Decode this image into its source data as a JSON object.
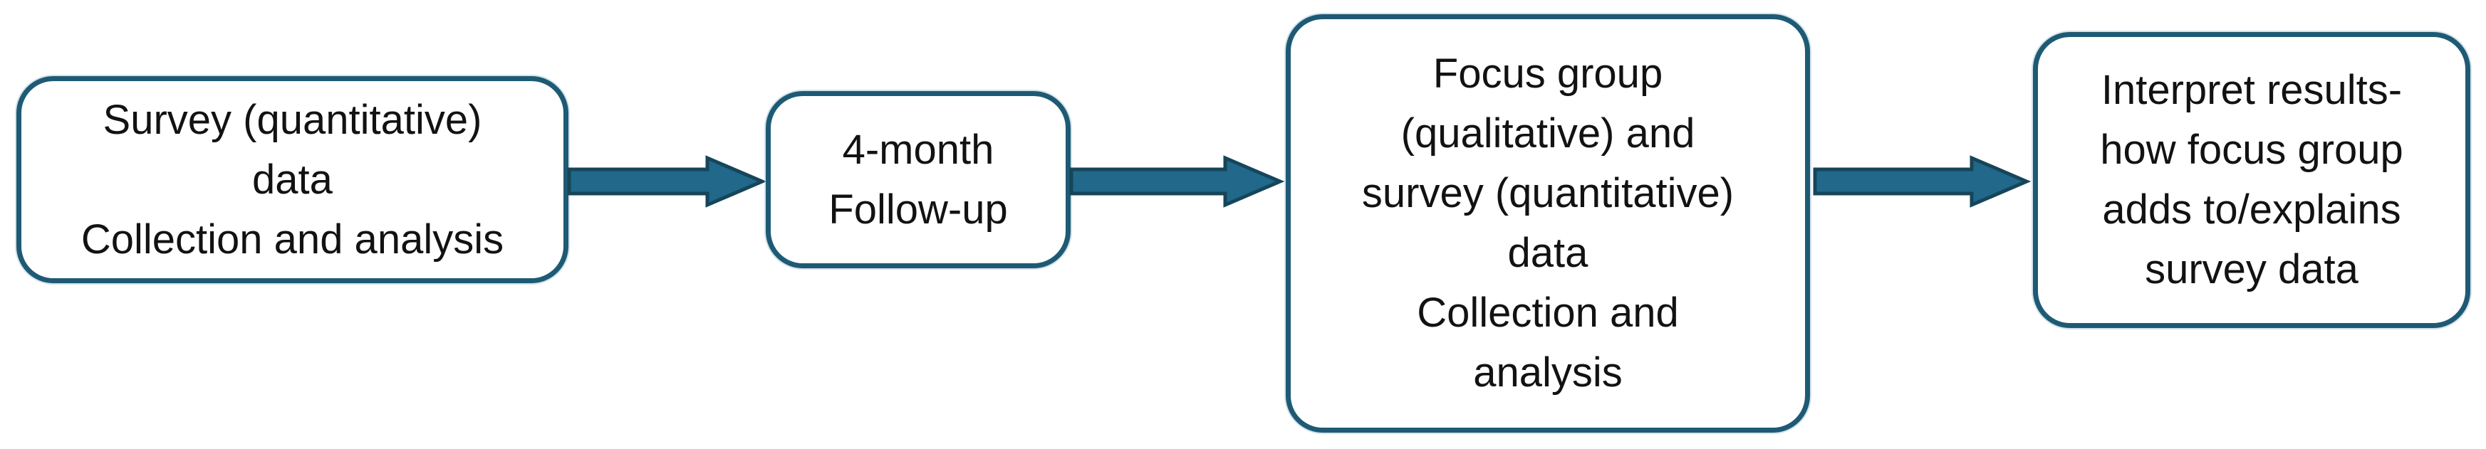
{
  "diagram": {
    "type": "flowchart",
    "direction": "left-to-right",
    "colors": {
      "background": "#ffffff",
      "box_fill": "#ffffff",
      "box_border": "#1e5a74",
      "arrow_fill": "#21688a",
      "arrow_outline": "#16455a",
      "text": "#121212"
    },
    "steps": [
      {
        "lines": [
          "Survey (quantitative)",
          "data",
          "Collection and analysis"
        ]
      },
      {
        "lines": [
          "4-month",
          "Follow-up"
        ]
      },
      {
        "lines": [
          "Focus group",
          "(qualitative) and",
          "survey (quantitative)",
          "data",
          "Collection and",
          "analysis"
        ]
      },
      {
        "lines": [
          "Interpret results-",
          "how focus group",
          "adds to/explains",
          "survey data"
        ]
      }
    ],
    "connectors": [
      {
        "from": 1,
        "to": 2,
        "shape": "block-arrow-right"
      },
      {
        "from": 2,
        "to": 3,
        "shape": "block-arrow-right"
      },
      {
        "from": 3,
        "to": 4,
        "shape": "block-arrow-right"
      }
    ]
  }
}
